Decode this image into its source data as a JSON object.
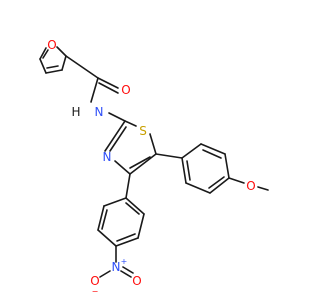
{
  "molecule": {
    "atom_labels": {
      "furan_oxygen": "O",
      "carbonyl_oxygen": "O",
      "amide_nitrogen": "N",
      "amide_hydrogen": "H",
      "thiazole_sulfur": "S",
      "thiazole_nitrogen": "N",
      "methoxy_oxygen": "O",
      "nitro_nitrogen": "N",
      "nitro_oxygen_left": "O",
      "nitro_oxygen_right": "O",
      "nitro_n_charge": "+",
      "nitro_o_charge": "−"
    },
    "colors": {
      "bond": "#1a1a1a",
      "oxygen": "#ff0d0d",
      "nitrogen": "#3050f8",
      "sulfur": "#c8a000",
      "hydrogen": "#1a1a1a"
    }
  }
}
